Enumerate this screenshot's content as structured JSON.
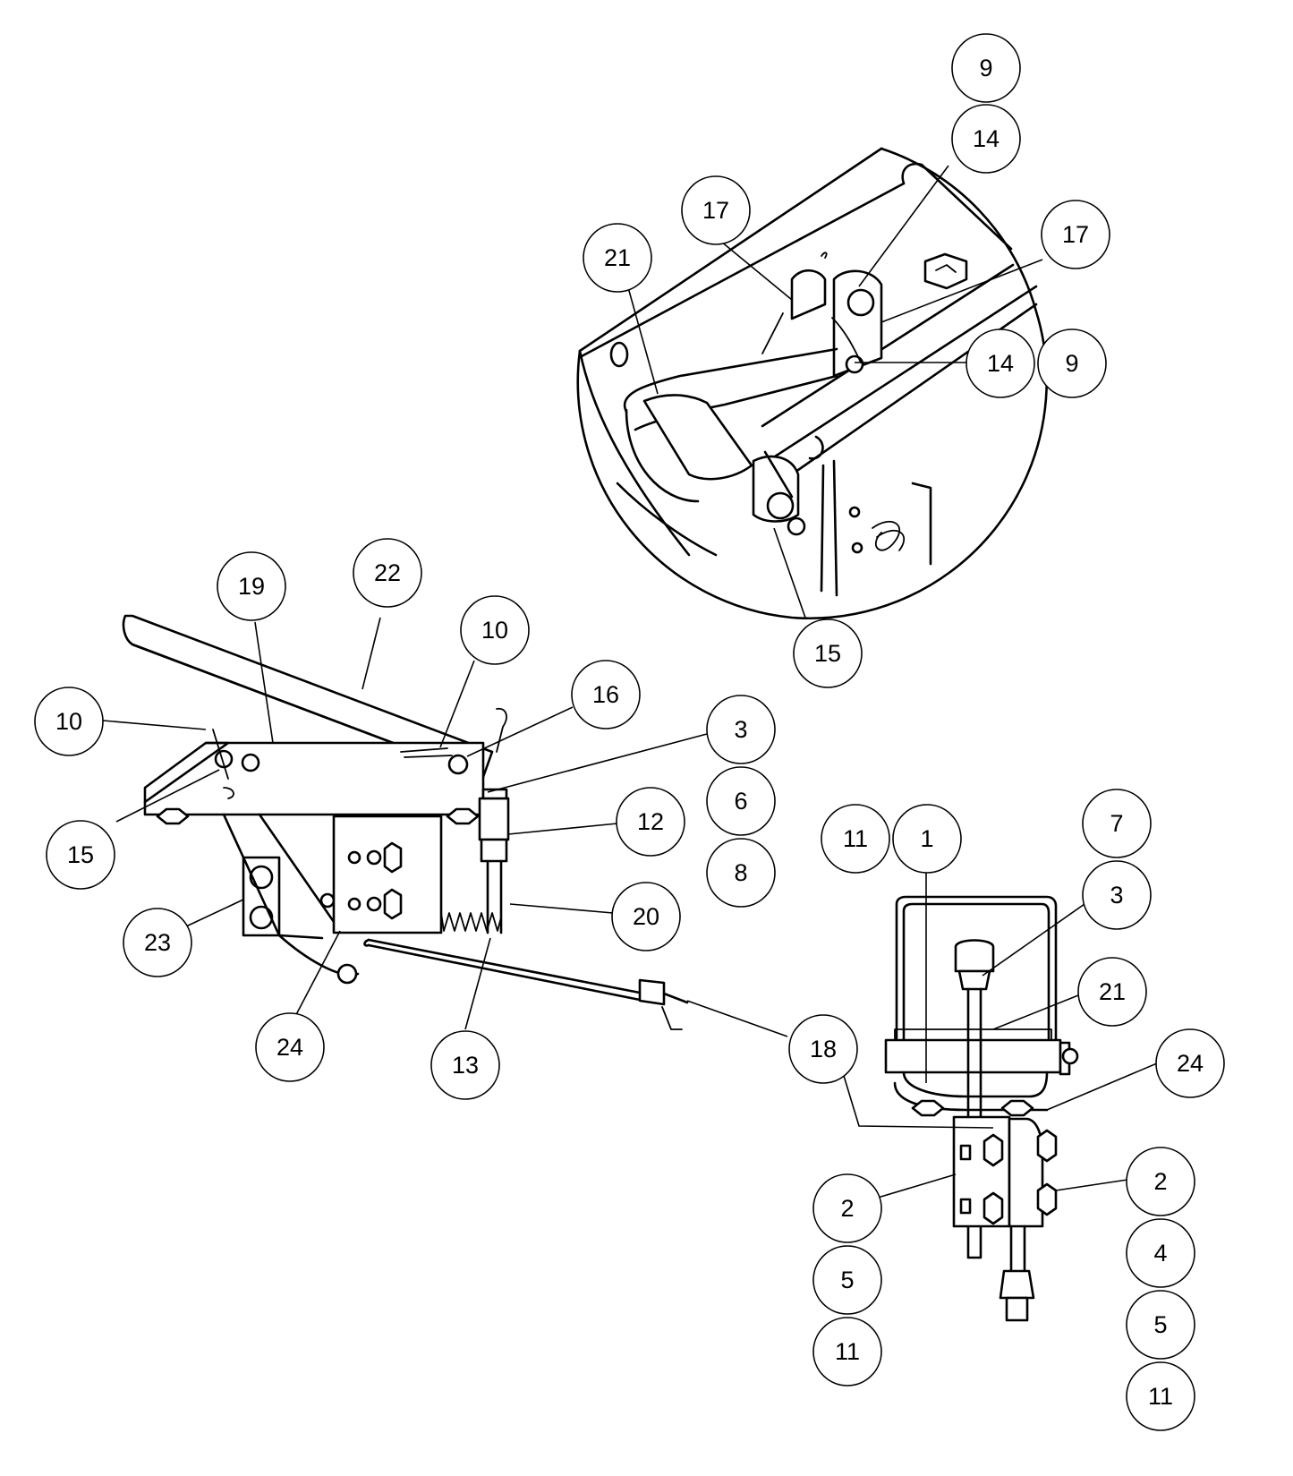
{
  "callouts": [
    {
      "id": "9-top",
      "label": "9"
    },
    {
      "id": "14-top",
      "label": "14"
    },
    {
      "id": "17-left",
      "label": "17"
    },
    {
      "id": "17-right",
      "label": "17"
    },
    {
      "id": "21-detail",
      "label": "21"
    },
    {
      "id": "14-mid",
      "label": "14"
    },
    {
      "id": "9-mid",
      "label": "9"
    },
    {
      "id": "15-detail",
      "label": "15"
    },
    {
      "id": "19",
      "label": "19"
    },
    {
      "id": "22",
      "label": "22"
    },
    {
      "id": "10-top",
      "label": "10"
    },
    {
      "id": "16",
      "label": "16"
    },
    {
      "id": "10-left",
      "label": "10"
    },
    {
      "id": "15-left",
      "label": "15"
    },
    {
      "id": "3-pedal",
      "label": "3"
    },
    {
      "id": "6",
      "label": "6"
    },
    {
      "id": "8",
      "label": "8"
    },
    {
      "id": "12",
      "label": "12"
    },
    {
      "id": "20",
      "label": "20"
    },
    {
      "id": "23",
      "label": "23"
    },
    {
      "id": "24-pedal",
      "label": "24"
    },
    {
      "id": "13",
      "label": "13"
    },
    {
      "id": "18",
      "label": "18"
    },
    {
      "id": "11-top",
      "label": "11"
    },
    {
      "id": "1",
      "label": "1"
    },
    {
      "id": "7",
      "label": "7"
    },
    {
      "id": "3-right",
      "label": "3"
    },
    {
      "id": "21-right",
      "label": "21"
    },
    {
      "id": "24-right",
      "label": "24"
    },
    {
      "id": "2-left",
      "label": "2"
    },
    {
      "id": "5-left",
      "label": "5"
    },
    {
      "id": "11-left",
      "label": "11"
    },
    {
      "id": "2-right",
      "label": "2"
    },
    {
      "id": "4",
      "label": "4"
    },
    {
      "id": "5-right",
      "label": "5"
    },
    {
      "id": "11-right",
      "label": "11"
    }
  ]
}
